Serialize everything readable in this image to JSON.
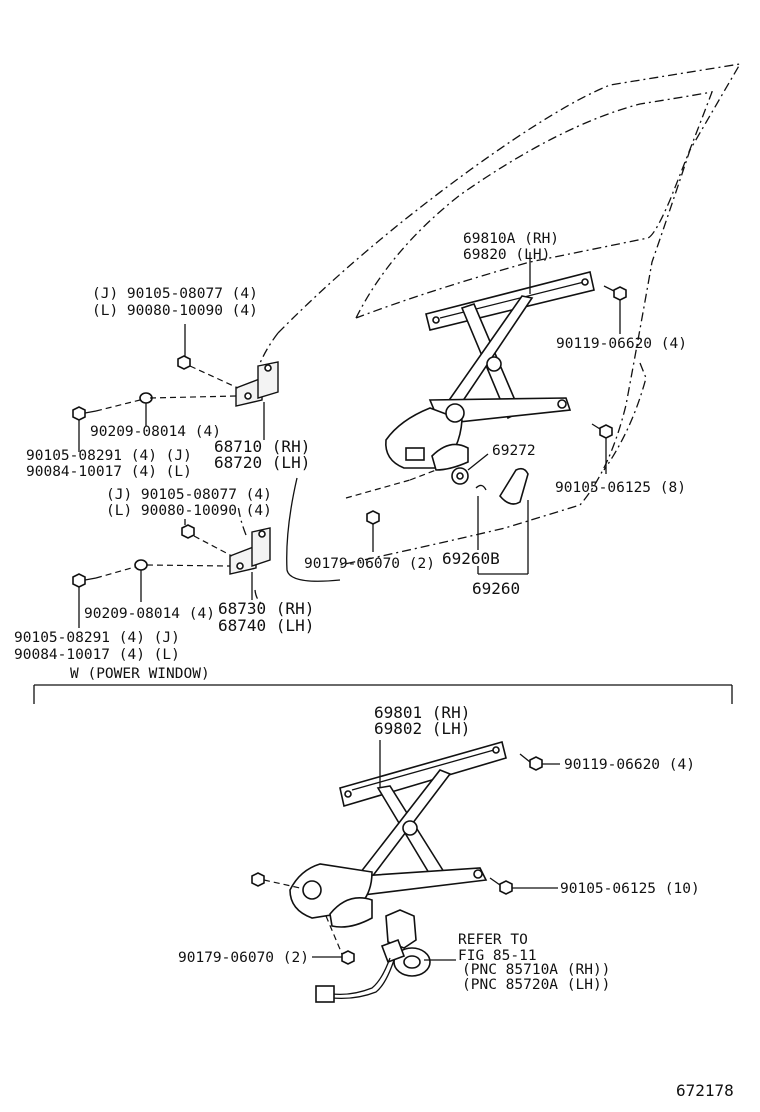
{
  "diagram": {
    "section_label": "W (POWER WINDOW)",
    "figure_number": "672178",
    "manual": {
      "regulator": [
        "69810A (RH)",
        "69820  (LH)"
      ],
      "bolt_rail": "90119-06620 (4)",
      "bolt_lower_right": "90105-06125 (8)",
      "part_69272": "69272",
      "part_69260B": "69260B",
      "part_69260": "69260",
      "screw_lower_center": "90179-06070 (2)",
      "upper_hinge_bolt": [
        "(J) 90105-08077 (4)",
        "(L) 90080-10090 (4)"
      ],
      "upper_washer": "90209-08014 (4)",
      "upper_side_bolt": [
        "90105-08291 (4)  (J)",
        "90084-10017 (4) (L)"
      ],
      "upper_hinge": [
        "68710 (RH)",
        "68720 (LH)"
      ],
      "lower_hinge_bolt": [
        "(J) 90105-08077 (4)",
        "(L) 90080-10090 (4)"
      ],
      "lower_washer": "90209-08014 (4)",
      "lower_hinge": [
        "68730 (RH)",
        "68740 (LH)"
      ],
      "lower_side_bolt": [
        "90105-08291 (4)  (J)",
        "90084-10017 (4) (L)"
      ]
    },
    "power": {
      "regulator": [
        "69801 (RH)",
        "69802 (LH)"
      ],
      "bolt_rail": "90119-06620 (4)",
      "bolt_right": "90105-06125 (10)",
      "screw": "90179-06070 (2)",
      "refer": [
        "REFER TO",
        "FIG 85-11",
        "(PNC 85710A (RH))",
        "(PNC 85720A (LH))"
      ]
    }
  }
}
